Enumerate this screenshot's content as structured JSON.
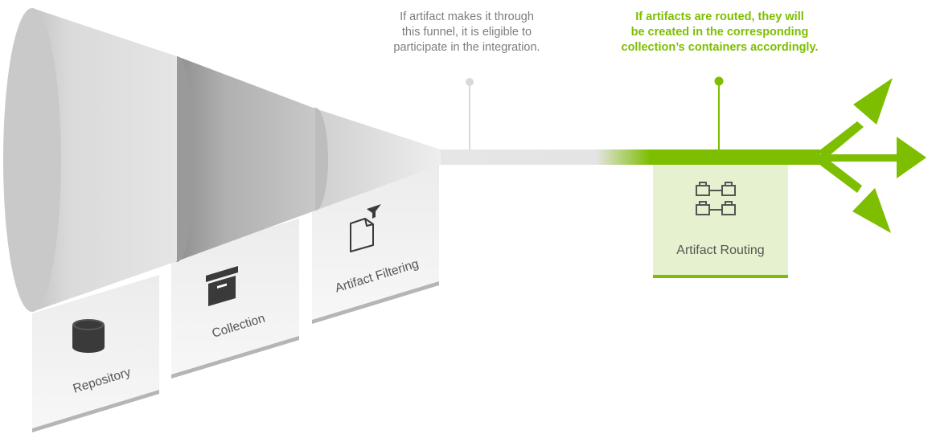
{
  "notes": {
    "eligibility": "If artifact makes it through\nthis funnel, it is eligible to\nparticipate in the integration.",
    "routing": "If artifacts are routed, they will\nbe created in the corresponding\ncollection’s containers accordingly."
  },
  "stages": [
    {
      "label": "Repository",
      "icon": "database-icon"
    },
    {
      "label": "Collection",
      "icon": "archive-box-icon"
    },
    {
      "label": "Artifact Filtering",
      "icon": "filtered-document-icon"
    }
  ],
  "routing": {
    "label": "Artifact Routing",
    "icon": "linked-nodes-icon"
  },
  "colors": {
    "green": "#7dbe00",
    "green_light": "#e6f2cf",
    "gray_text": "#7d7d7d",
    "funnel_light": "#e8e8e8",
    "funnel_mid": "#c6c6c6",
    "funnel_dark": "#9b9b9b",
    "icon_dark": "#3a3a3a"
  }
}
